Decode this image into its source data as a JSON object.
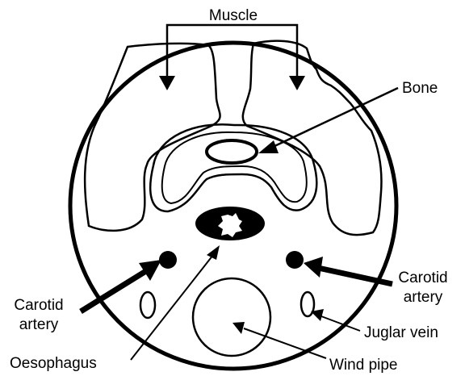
{
  "labels": {
    "muscle": "Muscle",
    "bone": "Bone",
    "carotid_left_line1": "Carotid",
    "carotid_left_line2": "artery",
    "carotid_right_line1": "Carotid",
    "carotid_right_line2": "artery",
    "juglar_vein": "Juglar vein",
    "oesophagus": "Oesophagus",
    "wind_pipe": "Wind pipe"
  },
  "colors": {
    "stroke": "#000000",
    "background": "#ffffff"
  }
}
